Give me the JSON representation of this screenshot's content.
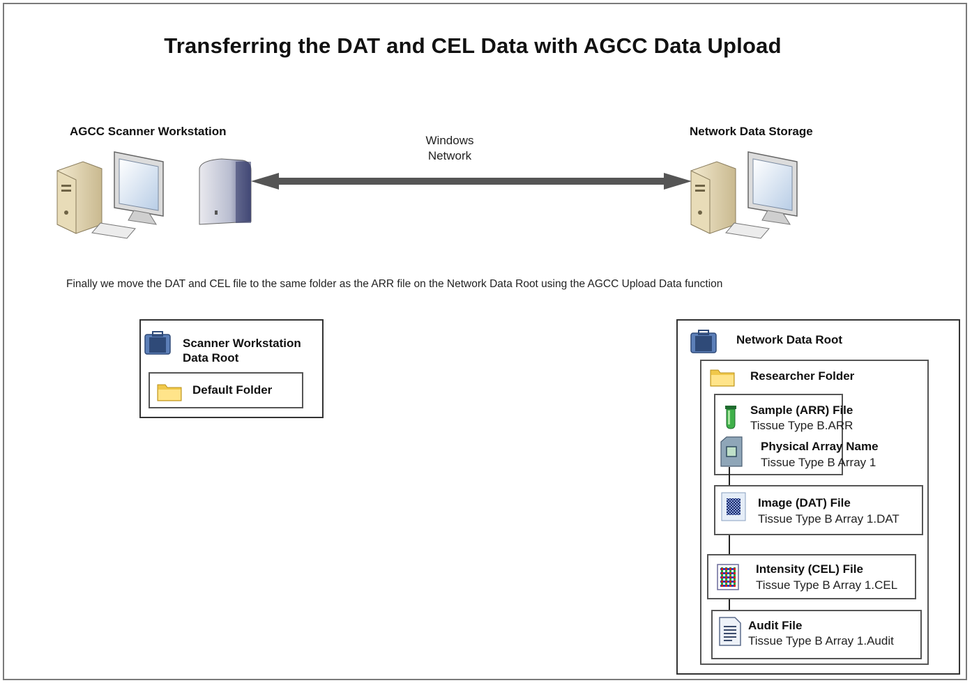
{
  "title": "Transferring the DAT and CEL Data with AGCC Data Upload",
  "workstation_label": "AGCC Scanner Workstation",
  "storage_label": "Network Data Storage",
  "network_label_line1": "Windows",
  "network_label_line2": "Network",
  "caption": "Finally we move the DAT and CEL file to the same folder as the ARR file on the Network Data Root using the AGCC Upload Data function",
  "left_box": {
    "root_label_line1": "Scanner Workstation",
    "root_label_line2": "Data Root",
    "folder_label": "Default Folder"
  },
  "right_box": {
    "root_label": "Network Data Root",
    "folder_label": "Researcher Folder",
    "sample": {
      "title": "Sample (ARR) File",
      "name": "Tissue Type B.ARR"
    },
    "array": {
      "title": "Physical Array Name",
      "name": "Tissue Type B Array 1"
    },
    "image": {
      "title": "Image (DAT) File",
      "name": "Tissue Type B Array 1.DAT"
    },
    "intensity": {
      "title": "Intensity (CEL) File",
      "name": "Tissue Type B Array 1.CEL"
    },
    "audit": {
      "title": "Audit File",
      "name": "Tissue Type B Array 1.Audit"
    }
  }
}
